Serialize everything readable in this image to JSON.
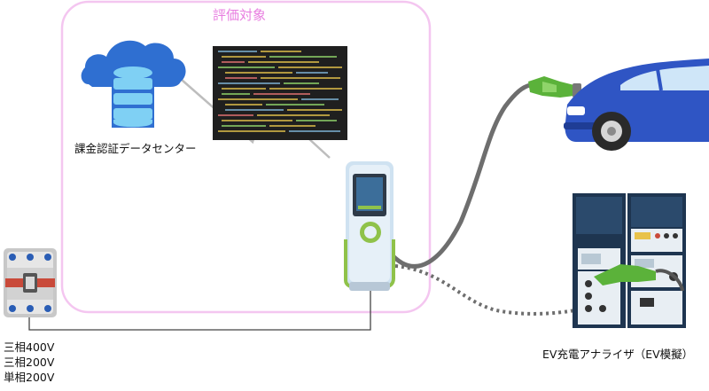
{
  "evaluation_box": {
    "title": "評価対象"
  },
  "data_center": {
    "label": "課金認証データセンター"
  },
  "analyzer": {
    "label": "EV充電アナライザ（EV模擬）"
  },
  "power_specs": [
    "三相400V",
    "三相200V",
    "単相200V"
  ],
  "colors": {
    "eval_border": "#f4c6f0",
    "eval_title": "#e87ee0",
    "cloud": "#2f6fd1",
    "database": "#7fd0f4",
    "charger_body": "#cfe2f1",
    "charger_accent": "#8fc24a",
    "cable": "#6e6e6e",
    "car_body": "#2f55c4",
    "plug_green": "#6cc040",
    "analyzer_frame": "#1e3550"
  },
  "icons": [
    "cloud-database-icon",
    "code-screen-icon",
    "ev-charger-icon",
    "car-icon",
    "breaker-icon",
    "analyzer-rack-icon"
  ]
}
